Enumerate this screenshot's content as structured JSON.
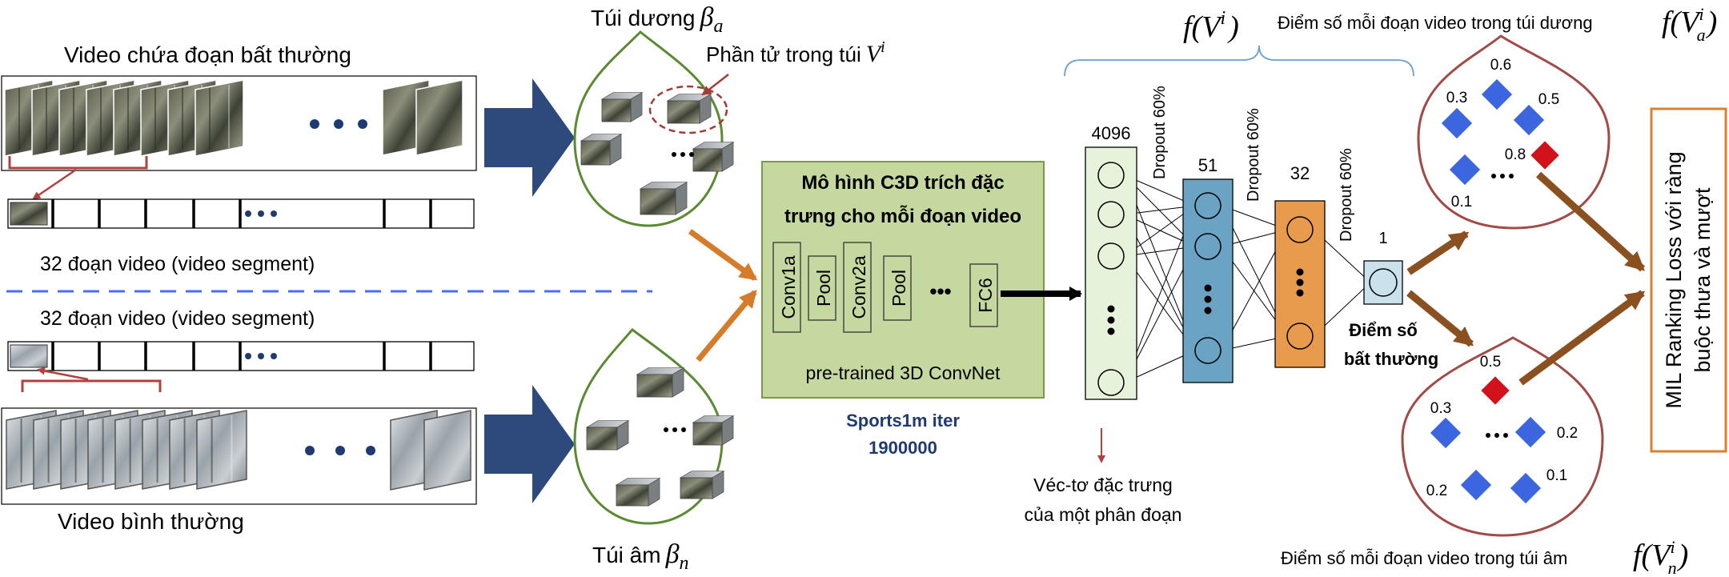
{
  "anomaly_video": {
    "title": "Video chứa đoạn bất thường",
    "segment_caption": "32 đoạn video (video segment)"
  },
  "normal_video": {
    "title": "Video bình thường",
    "segment_caption": "32 đoạn video (video segment)"
  },
  "positive_bag": {
    "label_text": "Túi dương",
    "label_symbol": "β",
    "label_subscript": "a",
    "element_label_text": "Phần tử trong túi",
    "element_label_symbol": "V",
    "element_label_superscript": "i"
  },
  "negative_bag": {
    "label_text": "Túi âm",
    "label_symbol": "β",
    "label_subscript": "n"
  },
  "c3d_model": {
    "title_line1": "Mô hình C3D trích đặc",
    "title_line2": "trưng cho mỗi đoạn video",
    "layers": [
      "Conv1a",
      "Pool",
      "Conv2a",
      "Pool",
      "FC6"
    ],
    "ellipsis": "•••",
    "footer": "pre-trained 3D ConvNet",
    "dataset_line1": "Sports1m iter",
    "dataset_line2": "1900000"
  },
  "network": {
    "function_label": "f(V",
    "function_superscript": "i",
    "function_close": ")",
    "layer_sizes": [
      "4096",
      "51",
      "32",
      "1"
    ],
    "dropouts": [
      "Dropout 60%",
      "Dropout 60%",
      "Dropout 60%"
    ],
    "feature_caption_line1": "Véc-tơ đặc trưng",
    "feature_caption_line2": "của một phân đoạn",
    "score_label_line1": "Điểm số",
    "score_label_line2": "bất thường"
  },
  "positive_scores": {
    "caption": "Điểm số mỗi đoạn video trong túi dương",
    "function_symbol": "f(V",
    "function_subscript": "a",
    "function_superscript": "i",
    "function_close": ")",
    "values": [
      "0.6",
      "0.3",
      "0.5",
      "0.8",
      "0.1"
    ],
    "highlight_value": "0.8"
  },
  "negative_scores": {
    "caption": "Điểm số mỗi đoạn video trong túi âm",
    "function_symbol": "f(V",
    "function_subscript": "n",
    "function_superscript": "i",
    "function_close": ")",
    "values": [
      "0.5",
      "0.3",
      "0.2",
      "0.2",
      "0.1"
    ],
    "highlight_value": "0.5"
  },
  "loss": {
    "label": "MIL Ranking Loss với ràng buộc thưa và mượt"
  },
  "colors": {
    "navy_arrow": "#2e4a7d",
    "bag_green": "#5a8a32",
    "score_bag_red": "#a24a45",
    "red_bracket": "#b1413d",
    "orange_arrow": "#d57b2a",
    "brown_arrow": "#8b5020",
    "c3d_fill": "#c4d8a0",
    "c3d_border": "#7a9a4a",
    "layer_input": "#e6f3da",
    "layer_hidden1": "#6aa3c4",
    "layer_hidden2": "#e89a4d",
    "layer_output": "#c9e2ec",
    "blue_diamond": "#3c66e0",
    "red_diamond": "#d1111c",
    "dashed_divider": "#4a6ef5",
    "brace": "#6a9fcc",
    "loss_border": "#d9812f"
  }
}
